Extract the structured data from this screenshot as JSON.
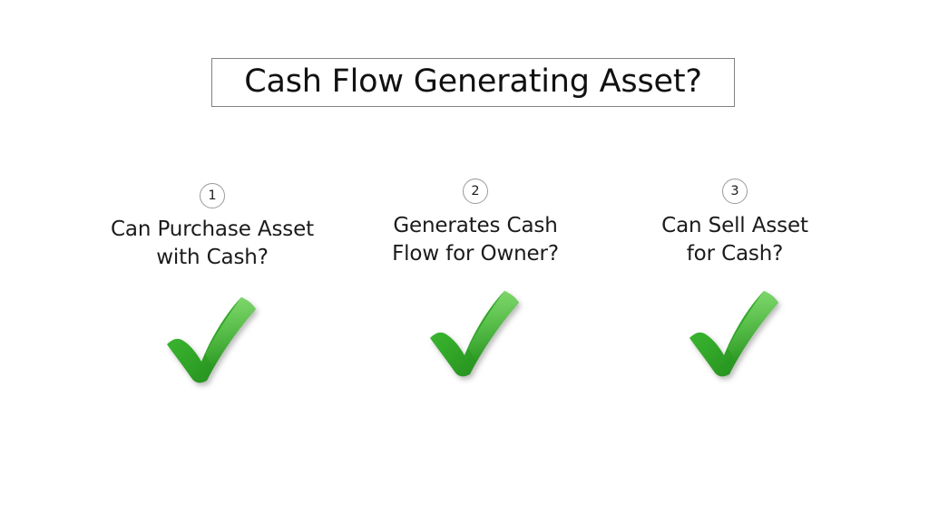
{
  "slide": {
    "background_color": "#ffffff",
    "title": "Cash Flow Generating Asset?",
    "title_border_color": "#828282",
    "text_color": "#1b1b1b",
    "accent_color": "#33aa2a"
  },
  "columns": [
    {
      "number": "1",
      "question": "Can Purchase Asset\nwith Cash?",
      "icon": "green-check-mark",
      "icon_state": "yes"
    },
    {
      "number": "2",
      "question": "Generates Cash\nFlow for Owner?",
      "icon": "green-check-mark",
      "icon_state": "yes"
    },
    {
      "number": "3",
      "question": "Can Sell Asset\nfor Cash?",
      "icon": "green-check-mark",
      "icon_state": "yes"
    }
  ]
}
